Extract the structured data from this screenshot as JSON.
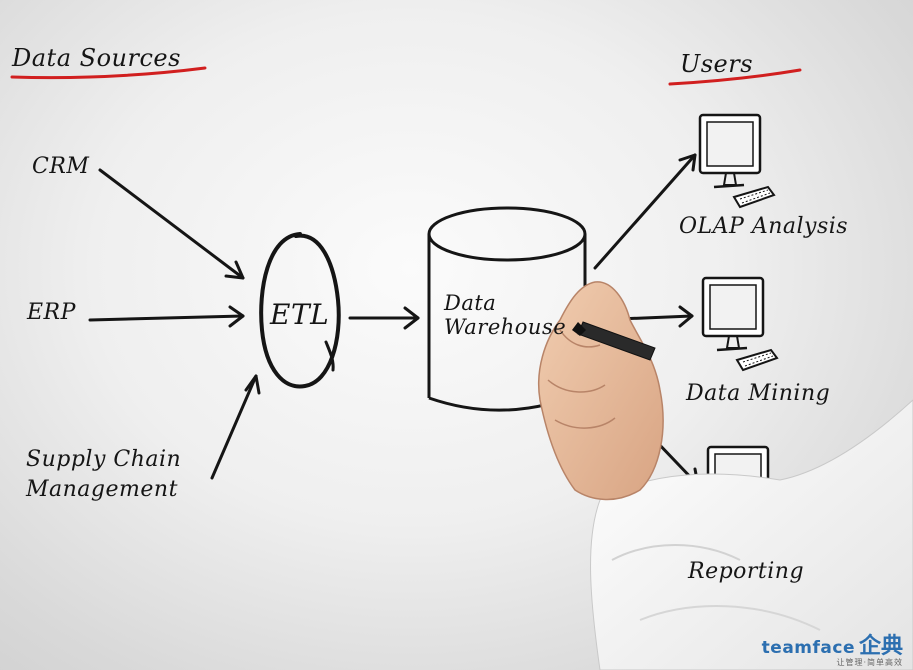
{
  "sections": {
    "data_sources_heading": "Data Sources",
    "users_heading": "Users"
  },
  "sources": {
    "crm": "CRM",
    "erp": "ERP",
    "supply_chain_line1": "Supply Chain",
    "supply_chain_line2": "Management"
  },
  "process": {
    "etl": "ETL",
    "warehouse_line1": "Data",
    "warehouse_line2": "Warehouse"
  },
  "users": {
    "olap": "OLAP Analysis",
    "mining": "Data Mining",
    "reporting": "Reporting"
  },
  "watermark": {
    "brand": "teamface",
    "brand_cn": "企典",
    "subtitle": "让管理·简单高效"
  },
  "colors": {
    "ink": "#151515",
    "underline": "#d11f1f",
    "watermark": "#2c6fb0"
  }
}
